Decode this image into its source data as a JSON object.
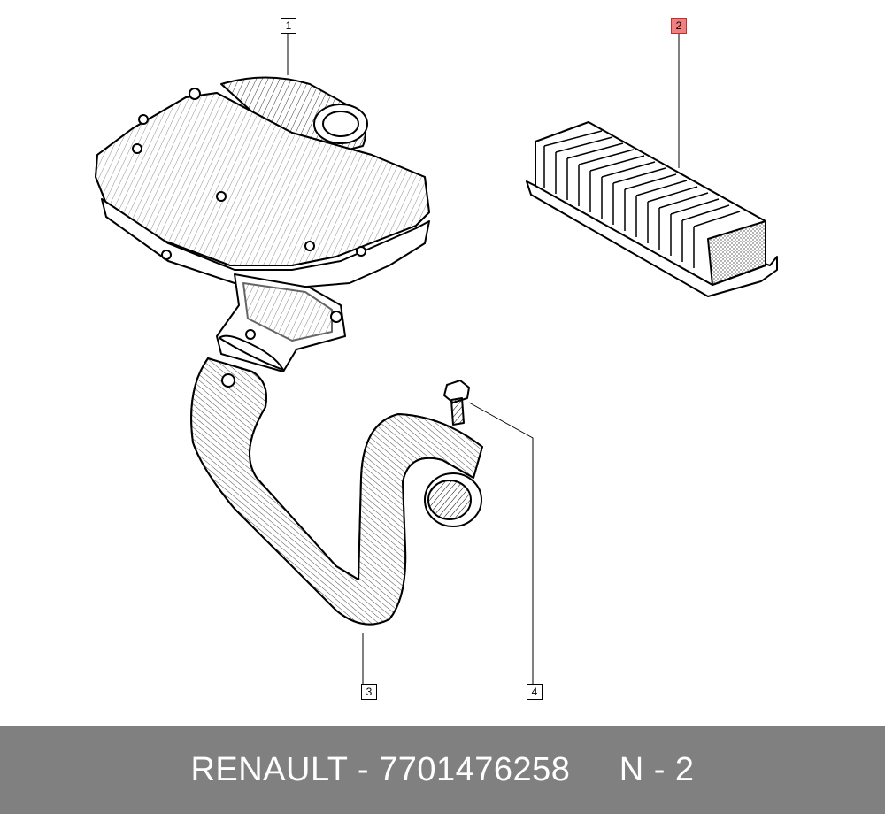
{
  "diagram": {
    "callouts": [
      {
        "id": "1",
        "label": "1",
        "highlighted": false
      },
      {
        "id": "2",
        "label": "2",
        "highlighted": true
      },
      {
        "id": "3",
        "label": "3",
        "highlighted": false
      },
      {
        "id": "4",
        "label": "4",
        "highlighted": false
      }
    ],
    "highlight_color": "#f08080"
  },
  "footer": {
    "text": "RENAULT - 7701476258     N - 2",
    "background": "#808080",
    "color": "#ffffff"
  }
}
